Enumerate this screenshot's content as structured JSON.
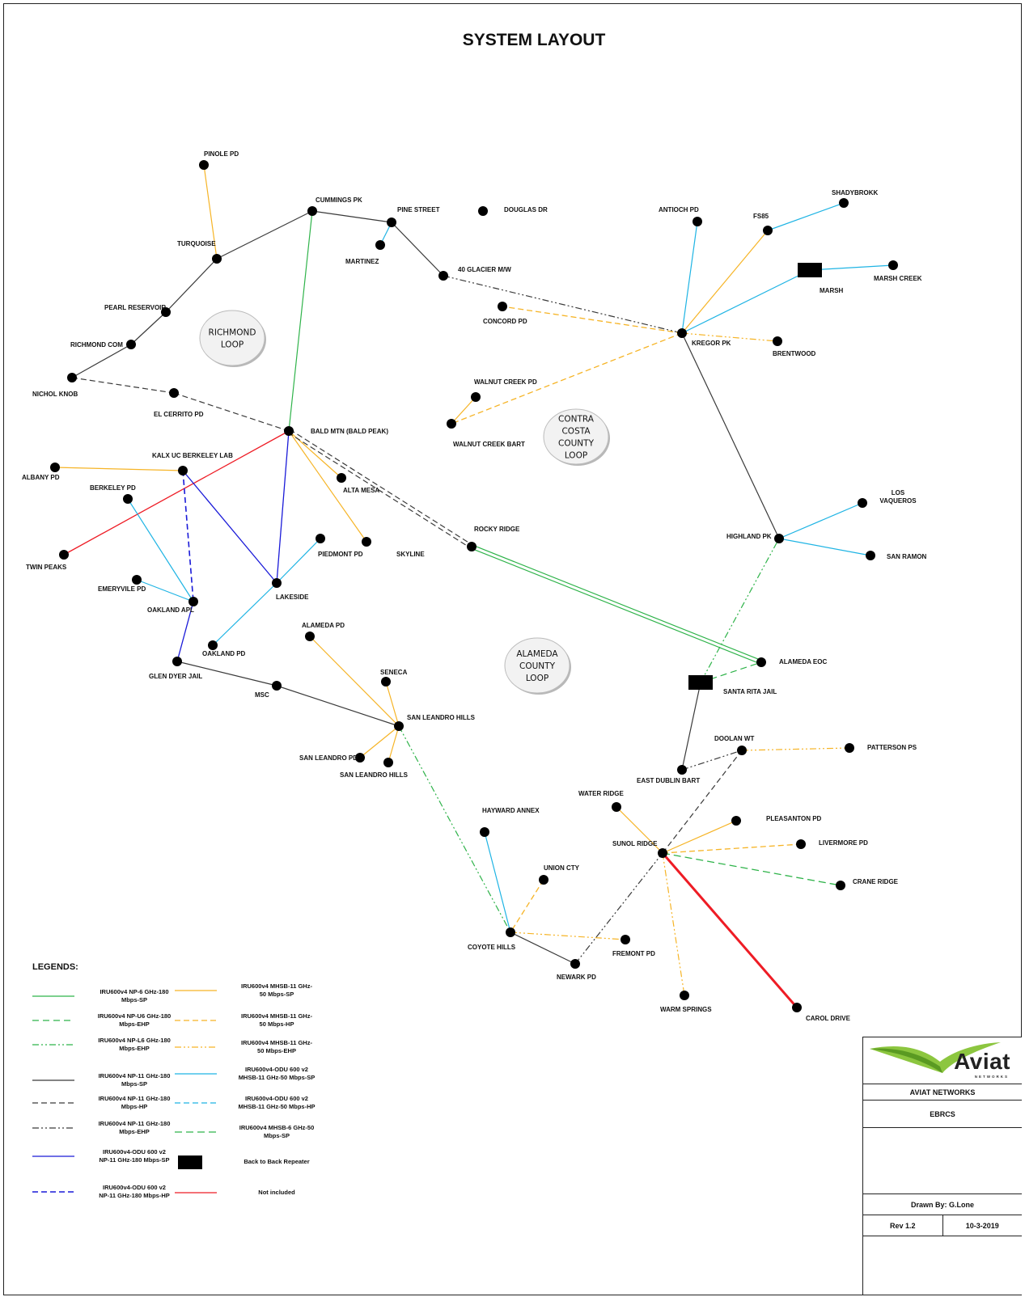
{
  "title": "SYSTEM LAYOUT",
  "loops": [
    {
      "id": "richmond",
      "lines": [
        "RICHMOND",
        "LOOP"
      ]
    },
    {
      "id": "contra",
      "lines": [
        "CONTRA",
        "COSTA",
        "COUNTY",
        "LOOP"
      ]
    },
    {
      "id": "alameda",
      "lines": [
        "ALAMEDA",
        "COUNTY",
        "LOOP"
      ]
    }
  ],
  "sites": [
    {
      "id": "pinole",
      "label": "PINOLE PD",
      "type": "dot"
    },
    {
      "id": "cummings",
      "label": "CUMMINGS PK",
      "type": "dot"
    },
    {
      "id": "pine",
      "label": "PINE STREET",
      "type": "dot"
    },
    {
      "id": "douglas",
      "label": "DOUGLAS DR",
      "type": "dot"
    },
    {
      "id": "turquoise",
      "label": "TURQUOISE",
      "type": "dot"
    },
    {
      "id": "martinez",
      "label": "MARTINEZ",
      "type": "dot"
    },
    {
      "id": "glacier",
      "label": "40 GLACIER M/W",
      "type": "dot"
    },
    {
      "id": "pearl",
      "label": "PEARL RESERVOIR",
      "type": "dot"
    },
    {
      "id": "richmondcom",
      "label": "RICHMOND COM",
      "type": "dot"
    },
    {
      "id": "nichol",
      "label": "NICHOL KNOB",
      "type": "dot"
    },
    {
      "id": "elcerrito",
      "label": "EL CERRITO PD",
      "type": "dot"
    },
    {
      "id": "baldmtn",
      "label": "BALD MTN (BALD PEAK)",
      "type": "dot"
    },
    {
      "id": "kalx",
      "label": "KALX UC BERKELEY LAB",
      "type": "dot"
    },
    {
      "id": "albany",
      "label": "ALBANY PD",
      "type": "dot"
    },
    {
      "id": "berkeley",
      "label": "BERKELEY PD",
      "type": "dot"
    },
    {
      "id": "altamesa",
      "label": "ALTA MESA",
      "type": "dot"
    },
    {
      "id": "twinpeaks",
      "label": "TWIN PEAKS",
      "type": "dot"
    },
    {
      "id": "skyline",
      "label": "SKYLINE",
      "type": "dot"
    },
    {
      "id": "piedmont",
      "label": "PIEDMONT PD",
      "type": "dot"
    },
    {
      "id": "rockyridge",
      "label": "ROCKY RIDGE",
      "type": "dot"
    },
    {
      "id": "emeryville",
      "label": "EMERYVILE PD",
      "type": "dot"
    },
    {
      "id": "lakeside",
      "label": "LAKESIDE",
      "type": "dot"
    },
    {
      "id": "oaklandapl",
      "label": "OAKLAND APL",
      "type": "dot"
    },
    {
      "id": "oaklandpd",
      "label": "OAKLAND PD",
      "type": "dot"
    },
    {
      "id": "glendyer",
      "label": "GLEN DYER JAIL",
      "type": "dot"
    },
    {
      "id": "alamedapd",
      "label": "ALAMEDA PD",
      "type": "dot"
    },
    {
      "id": "seneca",
      "label": "SENECA",
      "type": "dot"
    },
    {
      "id": "msc",
      "label": "MSC",
      "type": "dot"
    },
    {
      "id": "slhills",
      "label": "SAN LEANDRO HILLS",
      "type": "dot"
    },
    {
      "id": "slpd",
      "label": "SAN LEANDRO PD",
      "type": "dot"
    },
    {
      "id": "slhills2",
      "label": "SAN LEANDRO HILLS",
      "type": "dot"
    },
    {
      "id": "antioch",
      "label": "ANTIOCH PD",
      "type": "dot"
    },
    {
      "id": "fs85",
      "label": "FS85",
      "type": "dot"
    },
    {
      "id": "shadybrokk",
      "label": "SHADYBROKK",
      "type": "dot"
    },
    {
      "id": "marsh",
      "label": "MARSH",
      "type": "rect"
    },
    {
      "id": "marshcreek",
      "label": "MARSH CREEK",
      "type": "dot"
    },
    {
      "id": "concord",
      "label": "CONCORD PD",
      "type": "dot"
    },
    {
      "id": "kregor",
      "label": "KREGOR PK",
      "type": "dot"
    },
    {
      "id": "brentwood",
      "label": "BRENTWOOD",
      "type": "dot"
    },
    {
      "id": "wcpd",
      "label": "WALNUT CREEK PD",
      "type": "dot"
    },
    {
      "id": "wcbart",
      "label": "WALNUT CREEK BART",
      "type": "dot"
    },
    {
      "id": "losvaq",
      "label": "LOS VAQUEROS",
      "type": "dot"
    },
    {
      "id": "highland",
      "label": "HIGHLAND PK",
      "type": "dot"
    },
    {
      "id": "sanramon",
      "label": "SAN RAMON",
      "type": "dot"
    },
    {
      "id": "alamedaeoc",
      "label": "ALAMEDA EOC",
      "type": "dot"
    },
    {
      "id": "santarita",
      "label": "SANTA RITA JAIL",
      "type": "rect"
    },
    {
      "id": "doolan",
      "label": "DOOLAN WT",
      "type": "dot"
    },
    {
      "id": "patterson",
      "label": "PATTERSON PS",
      "type": "dot"
    },
    {
      "id": "eastdublin",
      "label": "EAST DUBLIN BART",
      "type": "dot"
    },
    {
      "id": "waterridge",
      "label": "WATER RIDGE",
      "type": "dot"
    },
    {
      "id": "pleasanton",
      "label": "PLEASANTON PD",
      "type": "dot"
    },
    {
      "id": "sunol",
      "label": "SUNOL RIDGE",
      "type": "dot"
    },
    {
      "id": "livermore",
      "label": "LIVERMORE PD",
      "type": "dot"
    },
    {
      "id": "haywardannex",
      "label": "HAYWARD ANNEX",
      "type": "dot"
    },
    {
      "id": "unioncty",
      "label": "UNION CTY",
      "type": "dot"
    },
    {
      "id": "craneridge",
      "label": "CRANE RIDGE",
      "type": "dot"
    },
    {
      "id": "coyote",
      "label": "COYOTE HILLS",
      "type": "dot"
    },
    {
      "id": "fremont",
      "label": "FREMONT PD",
      "type": "dot"
    },
    {
      "id": "newark",
      "label": "NEWARK PD",
      "type": "dot"
    },
    {
      "id": "warmsprings",
      "label": "WARM SPRINGS",
      "type": "dot"
    },
    {
      "id": "caroldrive",
      "label": "CAROL DRIVE",
      "type": "dot"
    }
  ],
  "link_types": {
    "np6_sp": {
      "color": "#2fb34a",
      "dash": "",
      "double": false,
      "width": 1.2
    },
    "npu6_ehp": {
      "color": "#2fb34a",
      "dash": "8 5",
      "double": false,
      "width": 1.2
    },
    "npl6_ehp": {
      "color": "#2fb34a",
      "dash": "8 3 2 3 2 3",
      "double": false,
      "width": 1.2
    },
    "np11_sp": {
      "color": "#3a3a3a",
      "dash": "",
      "double": false,
      "width": 1.2
    },
    "np11_hp": {
      "color": "#3a3a3a",
      "dash": "7 4",
      "double": false,
      "width": 1.2
    },
    "np11_ehp": {
      "color": "#3a3a3a",
      "dash": "8 3 2 3 2 3",
      "double": false,
      "width": 1.2
    },
    "odu_np11_sp": {
      "color": "#1a1ad8",
      "dash": "",
      "double": false,
      "width": 1.3
    },
    "odu_np11_hp": {
      "color": "#1a1ad8",
      "dash": "7 4",
      "double": false,
      "width": 1.6
    },
    "mhsb11_sp": {
      "color": "#f6b426",
      "dash": "",
      "double": false,
      "width": 1.2
    },
    "mhsb11_hp": {
      "color": "#f6b426",
      "dash": "7 4",
      "double": false,
      "width": 1.3
    },
    "mhsb11_ehp": {
      "color": "#f6b426",
      "dash": "8 3 2 3 2 3",
      "double": false,
      "width": 1.2
    },
    "odu_mhsb11_sp": {
      "color": "#1fb4e4",
      "dash": "",
      "double": false,
      "width": 1.2
    },
    "odu_mhsb11_hp": {
      "color": "#1fb4e4",
      "dash": "7 4",
      "double": false,
      "width": 1.2
    },
    "mhsb6_sp": {
      "color": "#2fb34a",
      "dash": "9 5",
      "double": false,
      "width": 1.3
    },
    "not_included": {
      "color": "#ee1c25",
      "dash": "",
      "double": false,
      "width": 1.3
    },
    "np11_hp_double": {
      "color": "#3a3a3a",
      "dash": "7 4",
      "double": true,
      "width": 1.2
    },
    "np6_sp_double": {
      "color": "#2fb34a",
      "dash": "",
      "double": true,
      "width": 1.2
    },
    "not_included_bold": {
      "color": "#ee1c25",
      "dash": "",
      "double": false,
      "width": 3
    }
  },
  "links": [
    {
      "from": "pinole",
      "to": "turquoise",
      "type": "mhsb11_sp"
    },
    {
      "from": "turquoise",
      "to": "cummings",
      "type": "np11_sp"
    },
    {
      "from": "cummings",
      "to": "pine",
      "type": "np11_sp"
    },
    {
      "from": "pine",
      "to": "martinez",
      "type": "odu_mhsb11_sp"
    },
    {
      "from": "pine",
      "to": "glacier",
      "type": "np11_sp"
    },
    {
      "from": "glacier",
      "to": "kregor",
      "type": "np11_ehp"
    },
    {
      "from": "turquoise",
      "to": "pearl",
      "type": "np11_sp"
    },
    {
      "from": "pearl",
      "to": "richmondcom",
      "type": "np11_sp"
    },
    {
      "from": "richmondcom",
      "to": "nichol",
      "type": "np11_sp"
    },
    {
      "from": "nichol",
      "to": "elcerrito",
      "type": "np11_hp"
    },
    {
      "from": "elcerrito",
      "to": "baldmtn",
      "type": "np11_hp"
    },
    {
      "from": "cummings",
      "to": "baldmtn",
      "type": "np6_sp"
    },
    {
      "from": "baldmtn",
      "to": "twinpeaks",
      "type": "not_included"
    },
    {
      "from": "baldmtn",
      "to": "lakeside",
      "type": "odu_np11_sp"
    },
    {
      "from": "baldmtn",
      "to": "altamesa",
      "type": "mhsb11_sp"
    },
    {
      "from": "baldmtn",
      "to": "skyline",
      "type": "mhsb11_sp"
    },
    {
      "from": "baldmtn",
      "to": "rockyridge",
      "type": "np11_hp_double"
    },
    {
      "from": "rockyridge",
      "to": "alamedaeoc",
      "type": "np6_sp_double"
    },
    {
      "from": "albany",
      "to": "kalx",
      "type": "mhsb11_sp"
    },
    {
      "from": "kalx",
      "to": "lakeside",
      "type": "odu_np11_sp"
    },
    {
      "from": "kalx",
      "to": "oaklandapl",
      "type": "odu_np11_hp"
    },
    {
      "from": "berkeley",
      "to": "oaklandapl",
      "type": "odu_mhsb11_sp"
    },
    {
      "from": "emeryville",
      "to": "oaklandapl",
      "type": "odu_mhsb11_sp"
    },
    {
      "from": "oaklandapl",
      "to": "glendyer",
      "type": "odu_np11_sp"
    },
    {
      "from": "lakeside",
      "to": "piedmont",
      "type": "odu_mhsb11_sp"
    },
    {
      "from": "lakeside",
      "to": "oaklandpd",
      "type": "odu_mhsb11_sp"
    },
    {
      "from": "glendyer",
      "to": "msc",
      "type": "np11_sp"
    },
    {
      "from": "msc",
      "to": "slhills",
      "type": "np11_sp"
    },
    {
      "from": "alamedapd",
      "to": "slhills",
      "type": "mhsb11_sp"
    },
    {
      "from": "seneca",
      "to": "slhills",
      "type": "mhsb11_sp"
    },
    {
      "from": "slhills",
      "to": "slpd",
      "type": "mhsb11_sp"
    },
    {
      "from": "slhills",
      "to": "slhills2",
      "type": "mhsb11_sp"
    },
    {
      "from": "slhills",
      "to": "coyote",
      "type": "npl6_ehp"
    },
    {
      "from": "haywardannex",
      "to": "coyote",
      "type": "odu_mhsb11_sp"
    },
    {
      "from": "unioncty",
      "to": "coyote",
      "type": "mhsb11_hp"
    },
    {
      "from": "coyote",
      "to": "fremont",
      "type": "mhsb11_ehp"
    },
    {
      "from": "coyote",
      "to": "newark",
      "type": "np11_sp"
    },
    {
      "from": "newark",
      "to": "sunol",
      "type": "np11_ehp"
    },
    {
      "from": "sunol",
      "to": "doolan",
      "type": "np11_hp"
    },
    {
      "from": "sunol",
      "to": "waterridge",
      "type": "mhsb11_sp"
    },
    {
      "from": "sunol",
      "to": "pleasanton",
      "type": "mhsb11_sp"
    },
    {
      "from": "sunol",
      "to": "livermore",
      "type": "mhsb11_hp"
    },
    {
      "from": "sunol",
      "to": "craneridge",
      "type": "mhsb6_sp"
    },
    {
      "from": "sunol",
      "to": "warmsprings",
      "type": "mhsb11_ehp"
    },
    {
      "from": "sunol",
      "to": "caroldrive",
      "type": "not_included_bold"
    },
    {
      "from": "doolan",
      "to": "patterson",
      "type": "mhsb11_ehp"
    },
    {
      "from": "eastdublin",
      "to": "doolan",
      "type": "np11_ehp"
    },
    {
      "from": "eastdublin",
      "to": "santarita",
      "type": "np11_sp"
    },
    {
      "from": "santarita",
      "to": "alamedaeoc",
      "type": "npu6_ehp"
    },
    {
      "from": "santarita",
      "to": "highland",
      "type": "npl6_ehp"
    },
    {
      "from": "highland",
      "to": "kregor",
      "type": "np11_sp"
    },
    {
      "from": "highland",
      "to": "losvaq",
      "type": "odu_mhsb11_sp"
    },
    {
      "from": "highland",
      "to": "sanramon",
      "type": "odu_mhsb11_sp"
    },
    {
      "from": "kregor",
      "to": "antioch",
      "type": "odu_mhsb11_sp"
    },
    {
      "from": "kregor",
      "to": "fs85",
      "type": "mhsb11_sp"
    },
    {
      "from": "kregor",
      "to": "marsh",
      "type": "odu_mhsb11_sp"
    },
    {
      "from": "marsh",
      "to": "marshcreek",
      "type": "odu_mhsb11_sp"
    },
    {
      "from": "fs85",
      "to": "shadybrokk",
      "type": "odu_mhsb11_sp"
    },
    {
      "from": "kregor",
      "to": "brentwood",
      "type": "mhsb11_ehp"
    },
    {
      "from": "kregor",
      "to": "concord",
      "type": "mhsb11_hp"
    },
    {
      "from": "kregor",
      "to": "wcbart",
      "type": "mhsb11_hp"
    },
    {
      "from": "wcpd",
      "to": "wcbart",
      "type": "mhsb11_sp"
    }
  ],
  "legend": {
    "title": "LEGENDS:",
    "items": [
      {
        "type": "np6_sp",
        "lines": [
          "IRU600v4 NP-6 GHz-180",
          "Mbps-SP"
        ]
      },
      {
        "type": "npu6_ehp",
        "lines": [
          "IRU600v4 NP-U6 GHz-180",
          "Mbps-EHP"
        ]
      },
      {
        "type": "npl6_ehp",
        "lines": [
          "IRU600v4 NP-L6 GHz-180",
          "Mbps-EHP"
        ]
      },
      {
        "type": "np11_sp",
        "lines": [
          "IRU600v4 NP-11 GHz-180",
          "Mbps-SP"
        ]
      },
      {
        "type": "np11_hp",
        "lines": [
          "IRU600v4 NP-11 GHz-180",
          "Mbps-HP"
        ]
      },
      {
        "type": "np11_ehp",
        "lines": [
          "IRU600v4 NP-11 GHz-180",
          "Mbps-EHP"
        ]
      },
      {
        "type": "odu_np11_sp",
        "lines": [
          "IRU600v4-ODU 600 v2",
          "NP-11 GHz-180 Mbps-SP"
        ]
      },
      {
        "type": "odu_np11_hp",
        "lines": [
          "IRU600v4-ODU 600 v2",
          "NP-11 GHz-180 Mbps-HP"
        ]
      },
      {
        "type": "mhsb11_sp",
        "lines": [
          "IRU600v4 MHSB-11 GHz-",
          "50 Mbps-SP"
        ]
      },
      {
        "type": "mhsb11_hp",
        "lines": [
          "IRU600v4 MHSB-11 GHz-",
          "50 Mbps-HP"
        ]
      },
      {
        "type": "mhsb11_ehp",
        "lines": [
          "IRU600v4 MHSB-11 GHz-",
          "50 Mbps-EHP"
        ]
      },
      {
        "type": "odu_mhsb11_sp",
        "lines": [
          "IRU600v4-ODU 600 v2",
          "MHSB-11 GHz-50 Mbps-SP"
        ]
      },
      {
        "type": "odu_mhsb11_hp",
        "lines": [
          "IRU600v4-ODU 600 v2",
          "MHSB-11 GHz-50 Mbps-HP"
        ]
      },
      {
        "type": "mhsb6_sp",
        "lines": [
          "IRU600v4 MHSB-6 GHz-50",
          "Mbps-SP"
        ]
      },
      {
        "type": "repeater",
        "lines": [
          "Back to Back Repeater"
        ]
      },
      {
        "type": "not_included",
        "lines": [
          "Not included"
        ]
      }
    ]
  },
  "titleblock": {
    "logo_text": "Aviat",
    "logo_sub": "NETWORKS",
    "company": "AVIAT NETWORKS",
    "project": "EBRCS",
    "drawn_by": "Drawn By: G.Lone",
    "rev": "Rev 1.2",
    "date": "10-3-2019"
  }
}
